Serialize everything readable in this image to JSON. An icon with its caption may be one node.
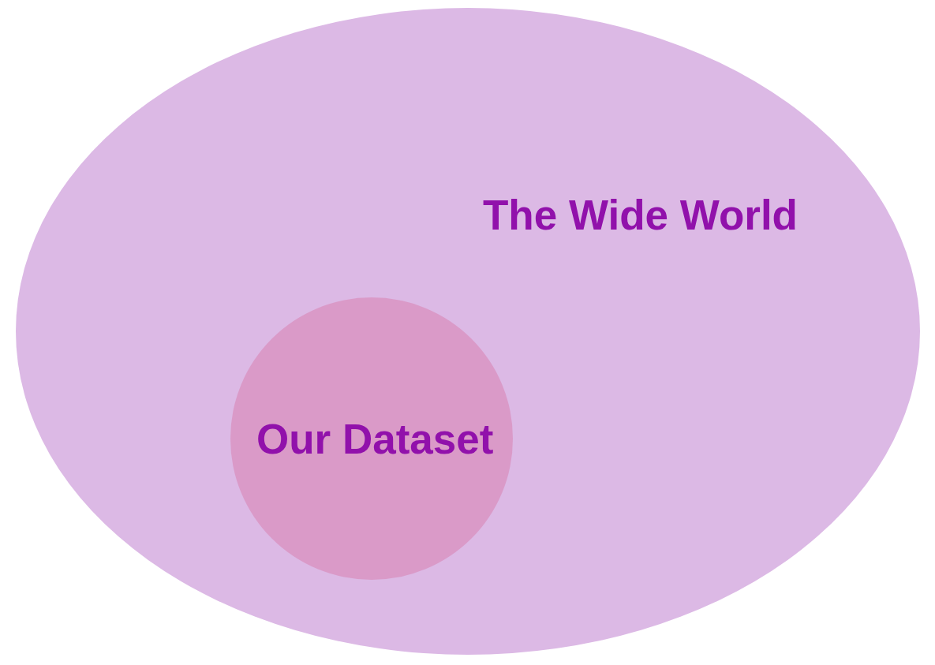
{
  "diagram": {
    "nodes": [
      {
        "text": [
          "The Wide World"
        ]
      },
      {
        "text": [
          "Our Dataset"
        ],
        "in": 0
      }
    ]
  }
}
